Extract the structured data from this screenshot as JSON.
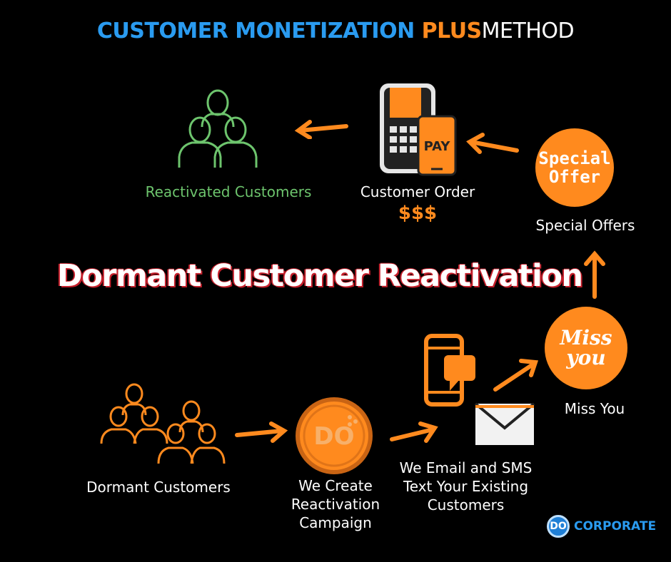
{
  "title": {
    "part1": "CUSTOMER MONETIZATION",
    "part2": "PLUS",
    "part3": "METHOD"
  },
  "heading": "Dormant Customer Reactivation",
  "nodes": {
    "reactivated": {
      "label": "Reactivated Customers"
    },
    "order": {
      "label": "Customer Order",
      "money": "$$$",
      "pay_text": "PAY"
    },
    "special": {
      "label": "Special Offers",
      "badge_line1": "Special",
      "badge_line2": "Offer"
    },
    "missyou": {
      "label": "Miss You",
      "badge_line1": "Miss",
      "badge_line2": "you"
    },
    "dormant": {
      "label": "Dormant Customers"
    },
    "campaign": {
      "label_line1": "We Create",
      "label_line2": "Reactivation",
      "label_line3": "Campaign",
      "coin_text": "DO"
    },
    "email": {
      "label_line1": "We Email and SMS",
      "label_line2": "Text Your Existing",
      "label_line3": "Customers"
    }
  },
  "logo": {
    "badge": "DO",
    "text": "CORPORATE"
  },
  "colors": {
    "orange": "#ff8a1e",
    "green": "#6dc46d",
    "blue": "#2a9bf0",
    "heading_shadow": "#c41f2b",
    "background": "#000000"
  },
  "icons": [
    "people-group-icon",
    "pos-terminal-icon",
    "special-offer-badge",
    "miss-you-badge",
    "coin-icon",
    "phone-chat-icon",
    "envelope-icon",
    "arrow-icon"
  ]
}
